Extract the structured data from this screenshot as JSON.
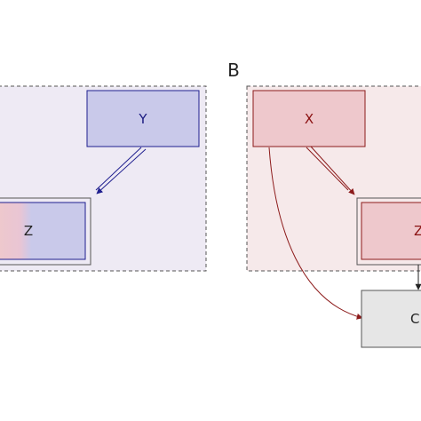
{
  "panel_b": {
    "label": "B"
  },
  "nodes": {
    "left_y": "Y",
    "left_z": "Z",
    "right_x": "X",
    "right_z": "Z",
    "right_c": "C"
  },
  "colors": {
    "blue_fill": "#c9c9ea",
    "blue_stroke": "#1f1f8f",
    "blue_text": "#1a1a80",
    "red_fill": "#eec8cc",
    "red_stroke": "#8c1a1a",
    "red_text": "#8a1010",
    "left_panel_bg": "#eeeaf4",
    "right_panel_bg": "#f6e9ea",
    "gray_fill": "#e6e6e6"
  }
}
